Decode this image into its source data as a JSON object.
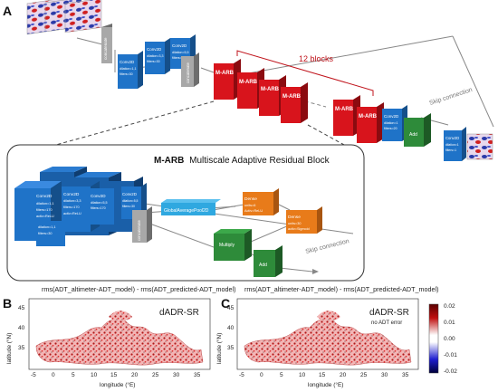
{
  "panels": {
    "a": "A",
    "b": "B",
    "c": "C"
  },
  "top": {
    "concatenate": "concatenate",
    "conv_a": [
      "Conv2D",
      "dilation=1,1",
      "filters=30"
    ],
    "conv_b": [
      "Conv2D",
      "dilation=3,3",
      "filters=30"
    ],
    "conv_c": [
      "Conv2D",
      "dilation=5,5",
      "filters=30"
    ],
    "concatenate_2": "concatenate",
    "marb": "M-ARB",
    "blocks_label": "12 blocks",
    "conv_out": [
      "Conv2D",
      "dilation=1",
      "filters=20"
    ],
    "add": "Add",
    "conv_final": [
      "Conv2D",
      "dilation=1",
      "filters=1"
    ],
    "skip": "Skip connection"
  },
  "block": {
    "title_bold": "M-ARB",
    "title_rest": "Multiscale Adaptive Residual Block",
    "convs": [
      [
        "Conv2D",
        "dilation=1,1",
        "filters=170",
        "activ=ReLU"
      ],
      [
        "Conv2D",
        "dilation=3,3",
        "filters=170",
        "activ=ReLU"
      ],
      [
        "Conv2D",
        "dilation=1,1",
        "filters=30"
      ],
      [
        "Conv2D",
        "dilation=3,3",
        "filters=30"
      ],
      [
        "Conv2D",
        "dilation=5,5",
        "filters=170"
      ],
      [
        "Conv2D",
        "dilation=5,5",
        "filters=30"
      ]
    ],
    "concatenate": "concatenate",
    "gap": "GlobalAveragePool2D",
    "dense1": [
      "Dense",
      "units=6",
      "Activ=ReLU"
    ],
    "dense2": [
      "Dense",
      "units=30",
      "activ=Sigmoid"
    ],
    "multiply": "Multiply",
    "add": "Add",
    "skip": "Skip connection"
  },
  "maps": {
    "b": {
      "title": "rms(ADT_altimeter-ADT_model) - rms(ADT_predicted-ADT_model)",
      "label": "dADR-SR",
      "note": ""
    },
    "c": {
      "title": "rms(ADT_altimeter-ADT_model) - rms(ADT_predicted-ADT_model)",
      "label": "dADR-SR",
      "note": "no ADT error"
    },
    "ylabel": "latitude (°N)",
    "xlabel": "longitude (°E)",
    "yticks": [
      "45",
      "40",
      "35"
    ],
    "xticks": [
      "-5",
      "0",
      "5",
      "10",
      "15",
      "20",
      "25",
      "30",
      "35"
    ]
  },
  "colorbar": {
    "ticks": [
      "0.02",
      "0.01",
      "0.00",
      "-0.01",
      "-0.02"
    ],
    "colors": {
      "high": "#8b0000",
      "mid": "#ffffff",
      "low": "#000080"
    }
  },
  "colors": {
    "conv": "#1f73c8",
    "concat": "#9a9a9a",
    "marb": "#d8141c",
    "add": "#2e8b3a",
    "dense": "#e87b1a",
    "gap": "#2fa8e0"
  }
}
